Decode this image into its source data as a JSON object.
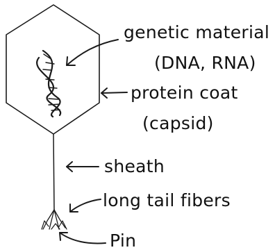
{
  "labels": {
    "genetic_line1": "genetic material",
    "genetic_line2": "(DNA, RNA)",
    "coat_line1": "protein coat",
    "coat_line2": "(capsid)",
    "sheath": "sheath",
    "fibers": "long tail fibers",
    "pin": "Pin"
  }
}
